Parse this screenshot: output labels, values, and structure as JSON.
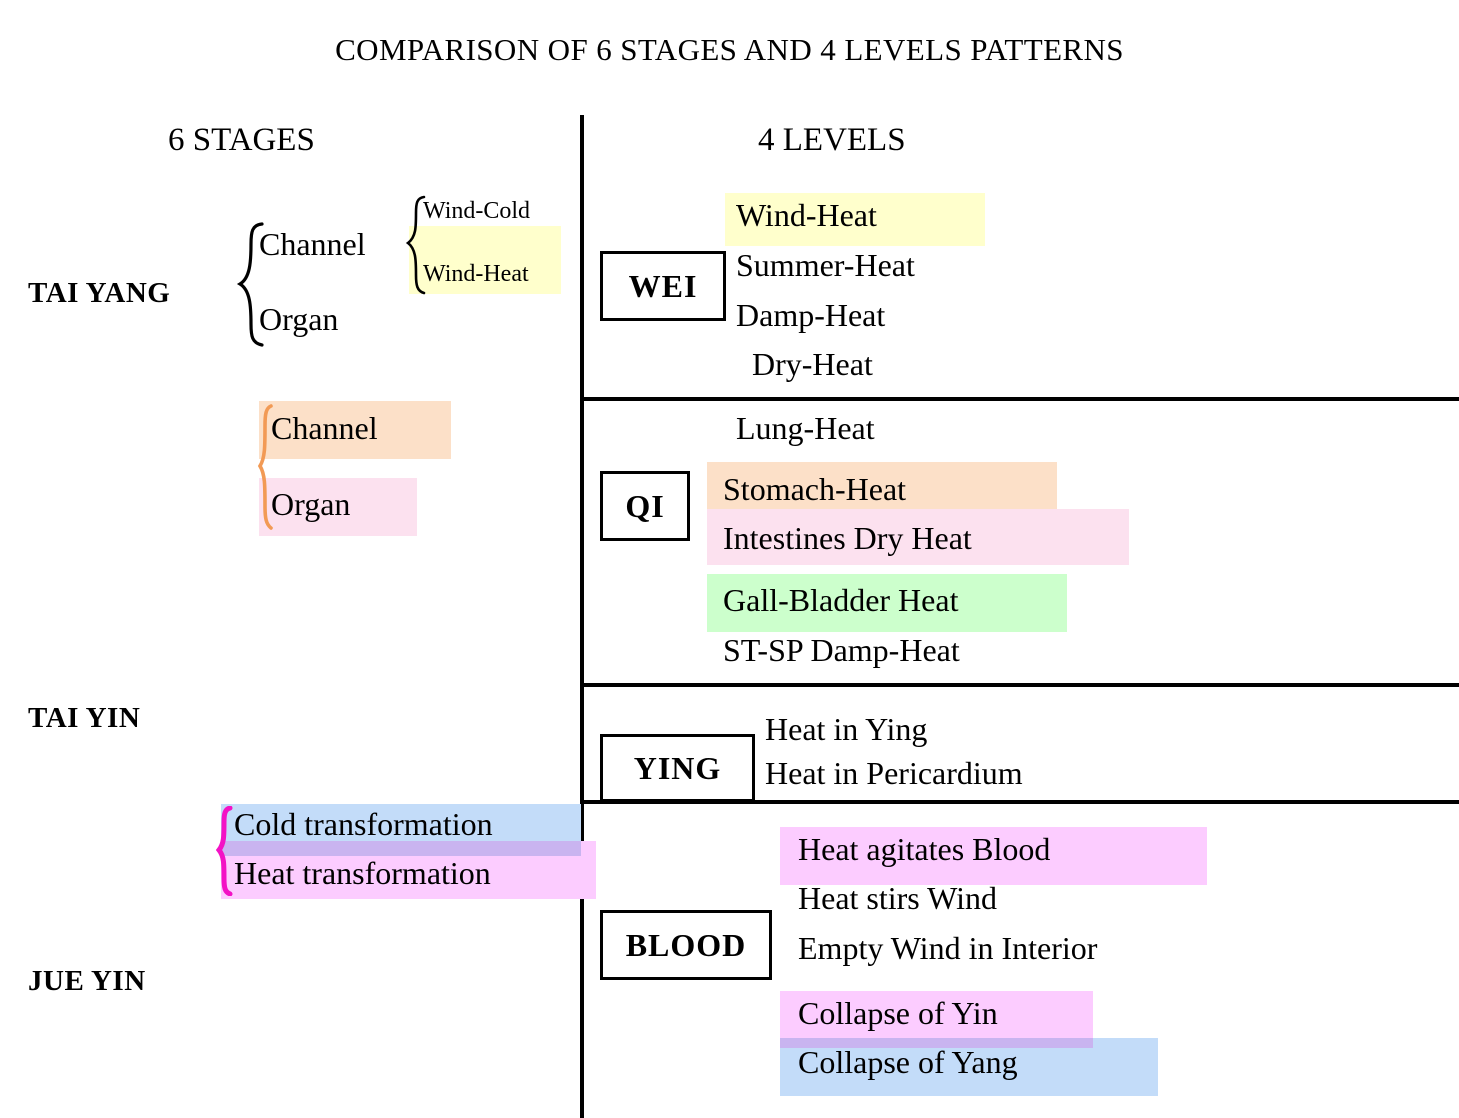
{
  "title": "COMPARISON OF 6 STAGES AND 4 LEVELS PATTERNS",
  "columns": {
    "left_heading": "6 STAGES",
    "right_heading": "4 LEVELS"
  },
  "colors": {
    "yellow": "#FFFFCC",
    "orange": "#FCE0C8",
    "light_pink": "#FCE1EF",
    "green": "#CCFFCC",
    "bright_pink": "#FCCCFF",
    "blue": "#C3DCF9",
    "purple_overlap": "#C9B4F0",
    "magenta_brace": "#F312C5",
    "rule": "#000000"
  },
  "six_stages": {
    "stages": [
      {
        "name": "TAI YANG"
      },
      {
        "name": "TAI YIN"
      },
      {
        "name": "JUE YIN"
      }
    ],
    "tai_yang": {
      "branch1": "Channel",
      "branch2": "Organ",
      "sub1": "Wind-Cold",
      "sub2": "Wind-Heat"
    },
    "yang_ming": {
      "branch1": "Channel",
      "branch2": "Organ"
    },
    "shao_yang": {
      "branch1": "Cold transformation",
      "branch2": "Heat transformation"
    }
  },
  "four_levels": {
    "levels": [
      {
        "name": "WEI",
        "items": [
          {
            "label": "Wind-Heat",
            "highlight": "yellow"
          },
          {
            "label": "Summer-Heat",
            "highlight": "none"
          },
          {
            "label": "Damp-Heat",
            "highlight": "none"
          },
          {
            "label": "Dry-Heat",
            "highlight": "none"
          }
        ]
      },
      {
        "name": "QI",
        "items": [
          {
            "label": "Lung-Heat",
            "highlight": "none"
          },
          {
            "label": "Stomach-Heat",
            "highlight": "orange"
          },
          {
            "label": "Intestines Dry Heat",
            "highlight": "light_pink"
          },
          {
            "label": "Gall-Bladder Heat",
            "highlight": "green"
          },
          {
            "label": "ST-SP Damp-Heat",
            "highlight": "none"
          }
        ]
      },
      {
        "name": "YING",
        "items": [
          {
            "label": "Heat in Ying",
            "highlight": "none"
          },
          {
            "label": "Heat in Pericardium",
            "highlight": "none"
          }
        ]
      },
      {
        "name": "BLOOD",
        "items": [
          {
            "label": "Heat agitates Blood",
            "highlight": "bright_pink"
          },
          {
            "label": "Heat stirs Wind",
            "highlight": "none"
          },
          {
            "label": "Empty Wind in Interior",
            "highlight": "none"
          },
          {
            "label": "Collapse of Yin",
            "highlight": "bright_pink"
          },
          {
            "label": "Collapse of Yang",
            "highlight": "blue"
          }
        ]
      }
    ]
  }
}
